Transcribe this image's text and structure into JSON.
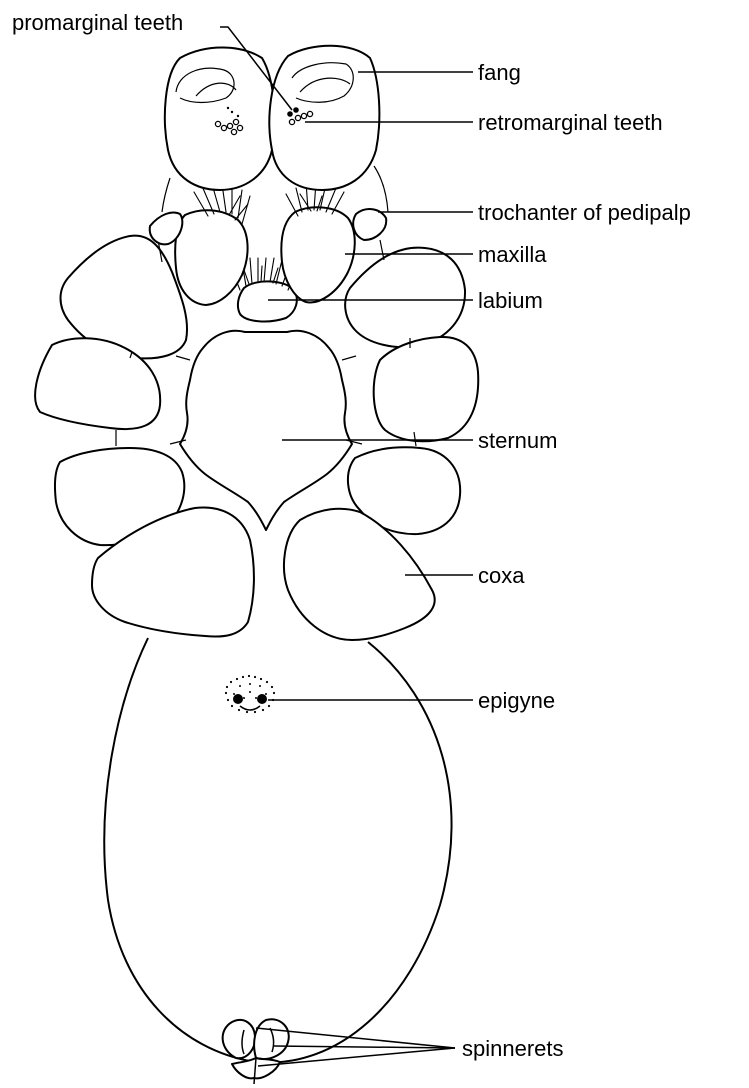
{
  "labels": {
    "promarginal_teeth": "promarginal teeth",
    "fang": "fang",
    "retromarginal_teeth": "retromarginal teeth",
    "trochanter": "trochanter of pedipalp",
    "maxilla": "maxilla",
    "labium": "labium",
    "sternum": "sternum",
    "coxa": "coxa",
    "epigyne": "epigyne",
    "spinnerets": "spinnerets"
  },
  "colors": {
    "ink": "#000000",
    "paper": "#ffffff"
  }
}
